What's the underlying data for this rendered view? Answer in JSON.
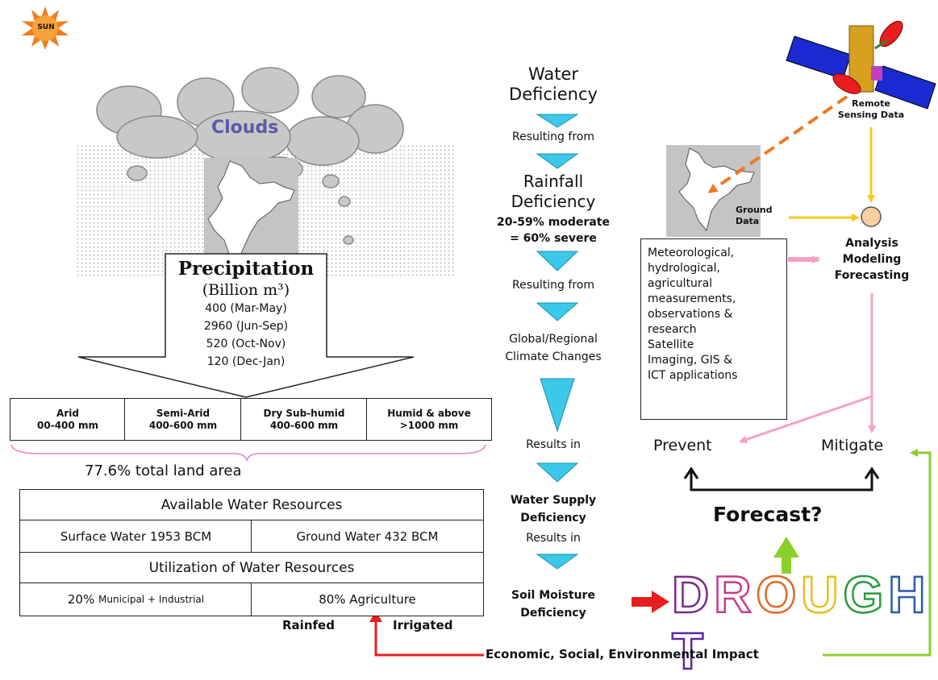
{
  "sun": {
    "label": "SUN"
  },
  "clouds": {
    "label": "Clouds"
  },
  "precipitation": {
    "title": "Precipitation",
    "unit": "(Billion m³)",
    "values": [
      "400 (Mar-May)",
      "2960 (Jun-Sep)",
      "520 (Oct-Nov)",
      "120 (Dec-Jan)"
    ]
  },
  "zones": [
    {
      "name": "Arid",
      "range": "00-400 mm"
    },
    {
      "name": "Semi-Arid",
      "range": "400-600 mm"
    },
    {
      "name": "Dry Sub-humid",
      "range": "400-600 mm"
    },
    {
      "name": "Humid & above",
      "range": ">1000 mm"
    }
  ],
  "land_area": "77.6% total land area",
  "resources": {
    "available": "Available Water Resources",
    "surface": "Surface Water 1953 BCM",
    "ground": "Ground Water 432 BCM",
    "utilization": "Utilization of Water Resources",
    "municipal_pct": "20%",
    "municipal_label": "Municipal + Industrial",
    "agriculture": "80% Agriculture",
    "rainfed": "Rainfed",
    "irrigated": "Irrigated"
  },
  "chain": {
    "water_deficiency_1": "Water",
    "water_deficiency_2": "Deficiency",
    "resulting_from_1": "Resulting from",
    "rainfall_1": "Rainfall",
    "rainfall_2": "Deficiency",
    "moderate": "20-59% moderate",
    "severe": "= 60% severe",
    "resulting_from_2": "Resulting from",
    "climate_1": "Global/Regional",
    "climate_2": "Climate Changes",
    "results_in_1": "Results in",
    "supply_1": "Water Supply",
    "supply_2": "Deficiency",
    "results_in_2": "Results in",
    "soil_1": "Soil Moisture",
    "soil_2": "Deficiency"
  },
  "right": {
    "remote_1": "Remote",
    "remote_2": "Sensing Data",
    "ground_1": "Ground",
    "ground_2": "Data",
    "analysis_1": "Analysis",
    "analysis_2": "Modeling",
    "analysis_3": "Forecasting",
    "measurements": [
      "Meteorological,",
      "hydrological,",
      "agricultural",
      "measurements,",
      "observations &",
      "research",
      "Satellite",
      "Imaging, GIS &",
      "ICT applications"
    ],
    "prevent": "Prevent",
    "mitigate": "Mitigate",
    "forecast": "Forecast?"
  },
  "drought": {
    "letters": [
      "D",
      "R",
      "O",
      "U",
      "G",
      "H",
      "T"
    ],
    "colors": [
      "#7a2a8a",
      "#c83a8a",
      "#e06a2a",
      "#e0c020",
      "#2a9a3a",
      "#2a5ab0",
      "#5a2aa0"
    ]
  },
  "impact": "Economic, Social, Environmental Impact",
  "colors": {
    "triangle": "#3cc8e8",
    "pink": "#f7a0c8",
    "yellow": "#f7c820",
    "green": "#8ad02a",
    "red": "#e81e1e",
    "orange": "#f07820"
  }
}
